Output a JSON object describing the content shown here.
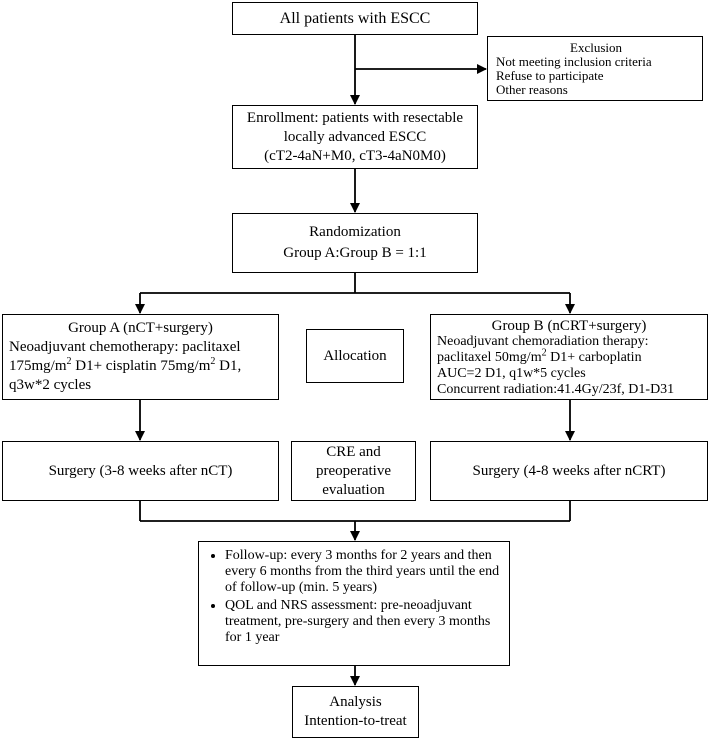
{
  "nodes": {
    "all_patients": "All patients with ESCC",
    "exclusion": {
      "title": "Exclusion",
      "items": [
        "Not meeting inclusion criteria",
        "Refuse to participate",
        "Other reasons"
      ]
    },
    "enrollment": {
      "lines": [
        "Enrollment: patients with resectable",
        "locally advanced ESCC",
        "(cT2-4aN+M0, cT3-4aN0M0)"
      ]
    },
    "randomization": {
      "lines": [
        "Randomization",
        "Group A:Group B = 1:1"
      ]
    },
    "group_a": {
      "title": "Group A (nCT+surgery)",
      "line1": "Neoadjuvant chemotherapy: paclitaxel",
      "line2_a": "175mg/m",
      "line2_sup": "2",
      "line2_b": " D1+ cisplatin 75mg/m",
      "line2_sup2": "2",
      "line2_c": " D1,",
      "line3": "q3w*2 cycles"
    },
    "allocation": "Allocation",
    "group_b": {
      "title": "Group B (nCRT+surgery)",
      "line1": "Neoadjuvant chemoradiation therapy:",
      "line2_a": "paclitaxel 50mg/m",
      "line2_sup": "2",
      "line2_b": " D1+ carboplatin",
      "line3": "AUC=2 D1, q1w*5 cycles",
      "line4": "Concurrent radiation:41.4Gy/23f, D1-D31"
    },
    "surgery_a": "Surgery (3-8 weeks after nCT)",
    "cre": {
      "lines": [
        "CRE and",
        "preoperative",
        "evaluation"
      ]
    },
    "surgery_b": "Surgery (4-8 weeks after nCRT)",
    "follow_up": {
      "bullets": [
        "Follow-up: every 3 months for 2 years and then every 6 months from the third years until the end of follow-up (min. 5 years)",
        "QOL and NRS assessment: pre-neoadjuvant treatment, pre-surgery and then every 3 months for 1 year"
      ]
    },
    "analysis": {
      "lines": [
        "Analysis",
        "Intention-to-treat"
      ]
    }
  }
}
